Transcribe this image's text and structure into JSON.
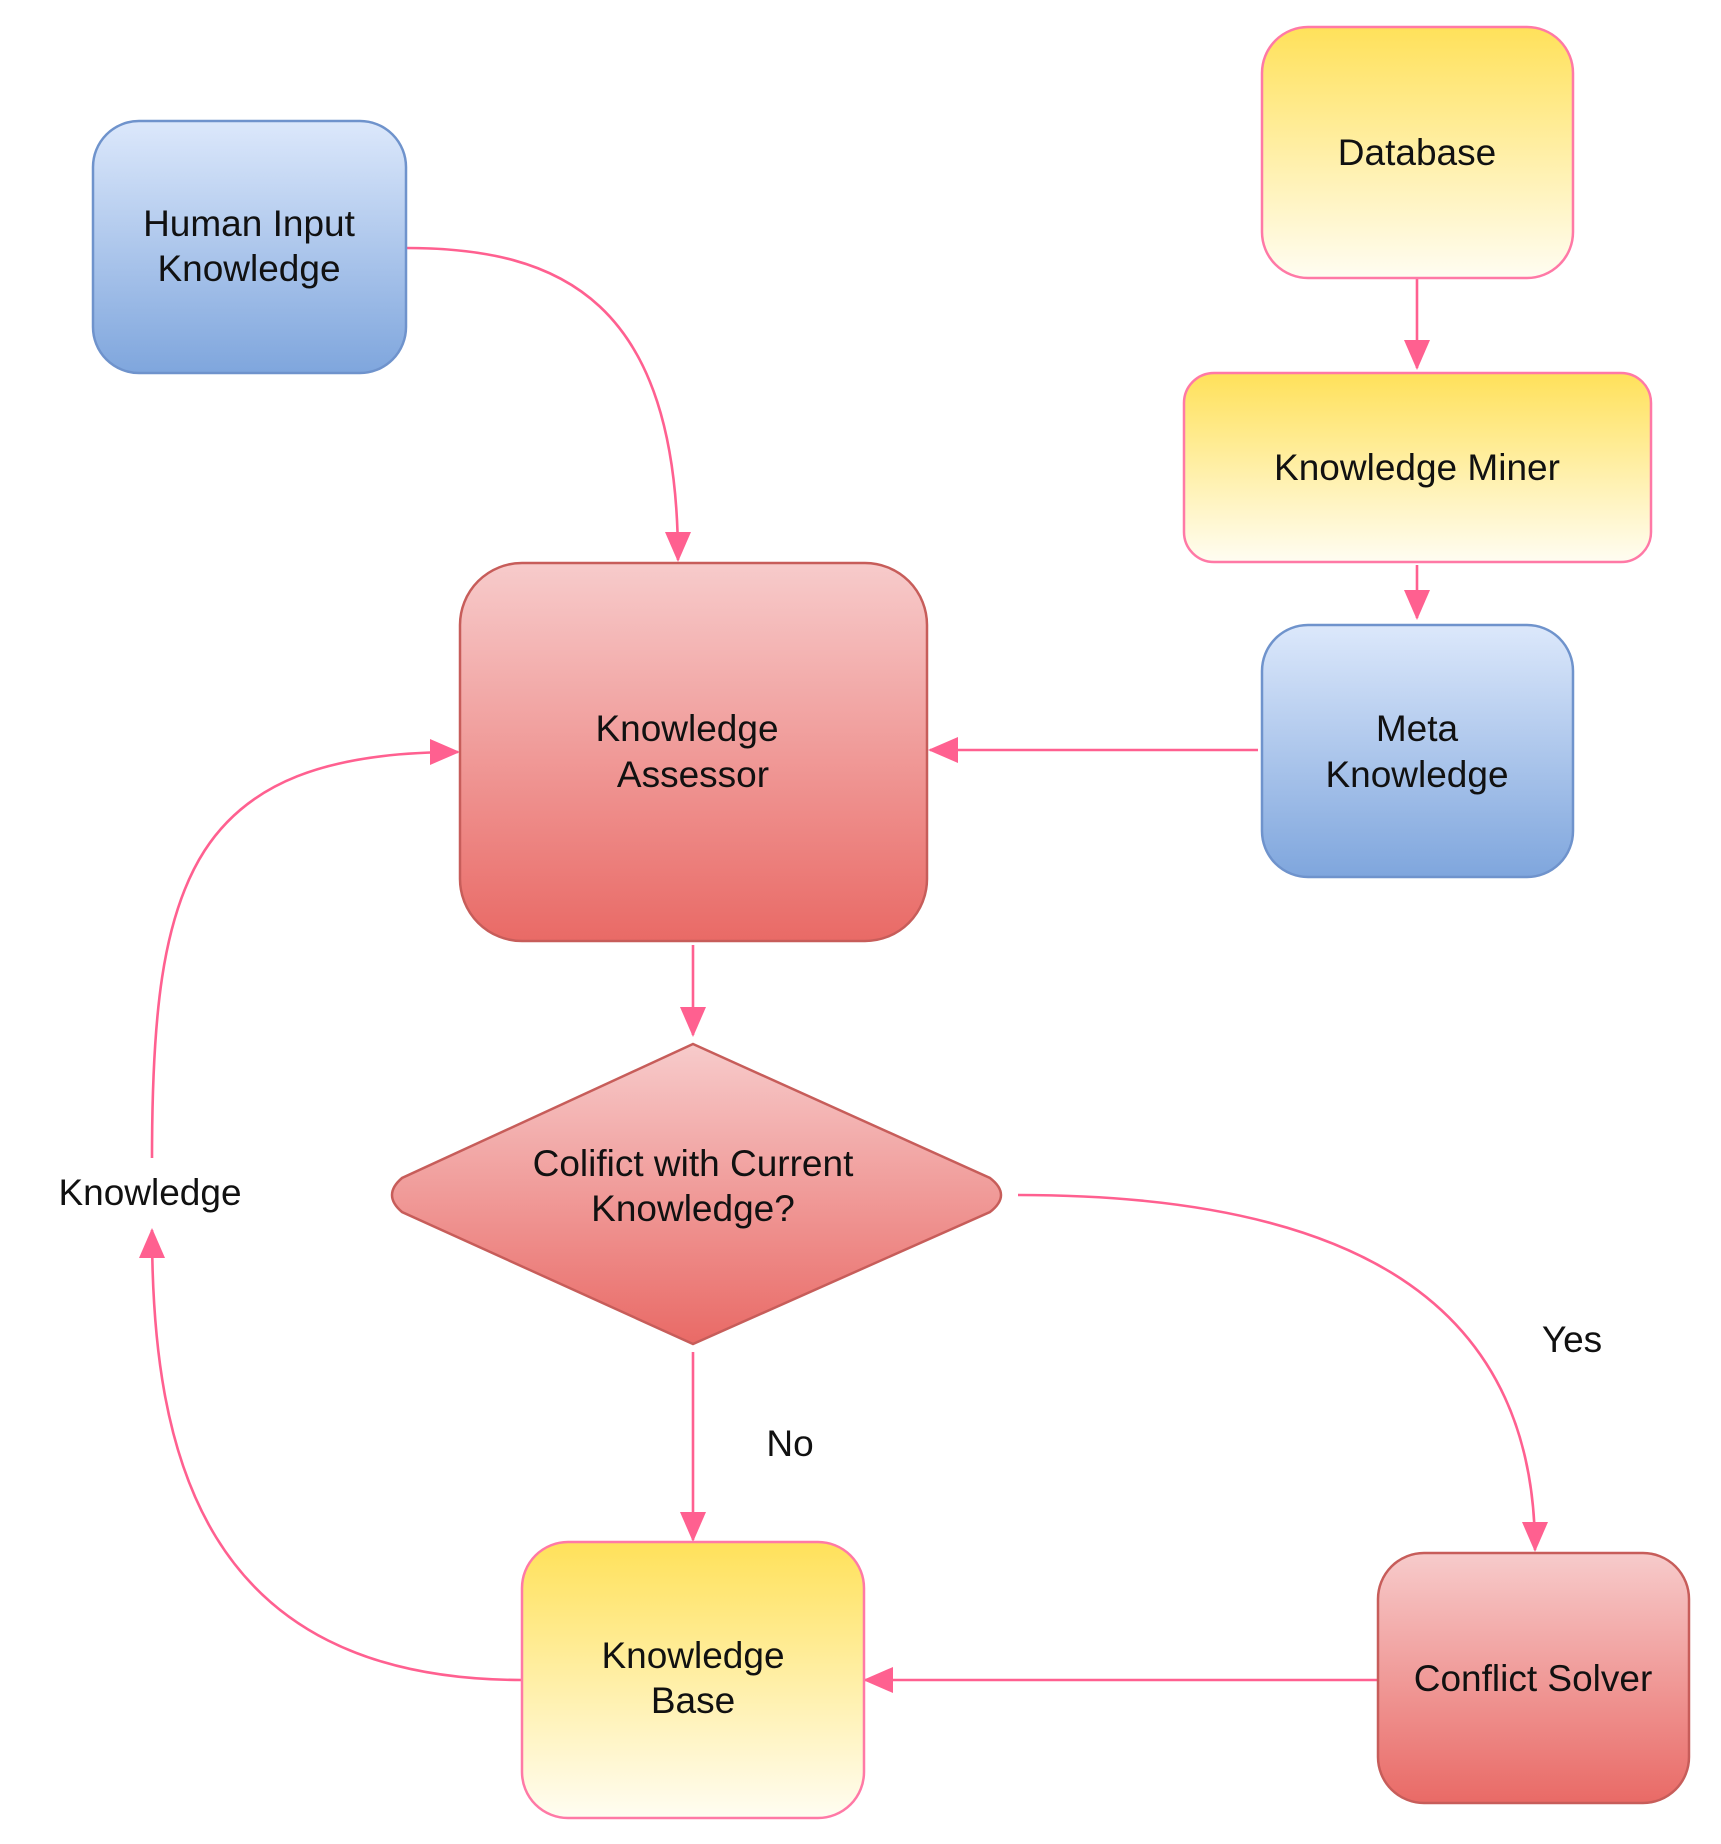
{
  "colors": {
    "edge": "#ff6090",
    "blue_top": "#dce8fb",
    "blue_bottom": "#7fa6dd",
    "blue_stroke": "#6f93cc",
    "yellow_top": "#ffe15a",
    "yellow_bottom": "#fffdf2",
    "yellow_stroke": "#ff79a6",
    "red_top": "#f7cbcb",
    "red_bottom": "#e96a66",
    "red_stroke": "#c75d5a"
  },
  "nodes": {
    "human_input": {
      "line1": "Human Input",
      "line2": "Knowledge"
    },
    "database": {
      "line1": "Database"
    },
    "knowledge_miner": {
      "line1": "Knowledge Miner"
    },
    "meta_knowledge": {
      "line1": "Meta",
      "line2": "Knowledge"
    },
    "knowledge_assessor": {
      "line1": "Knowledge",
      "line2": "Assessor"
    },
    "conflict_decision": {
      "line1": "Colifict with Current",
      "line2": "Knowledge?"
    },
    "knowledge_base": {
      "line1": "Knowledge",
      "line2": "Base"
    },
    "conflict_solver": {
      "line1": "Conflict Solver"
    }
  },
  "edge_labels": {
    "knowledge_loop": "Knowledge",
    "no_branch": "No",
    "yes_branch": "Yes"
  }
}
